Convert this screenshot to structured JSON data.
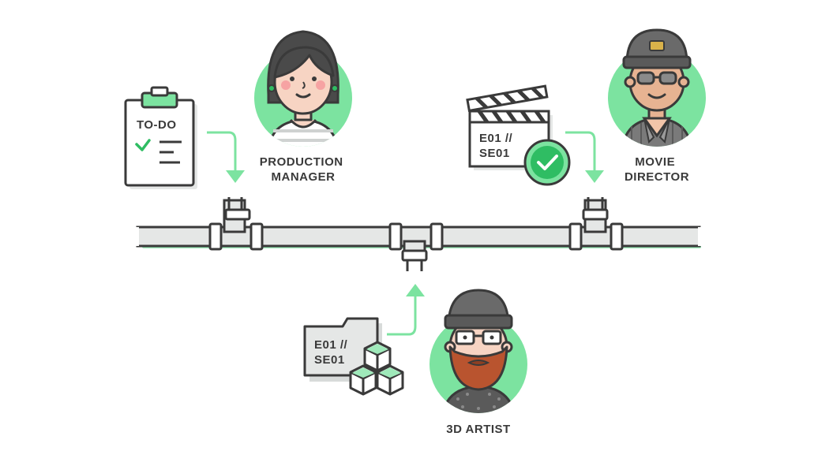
{
  "roles": {
    "production_manager": [
      "PRODUCTION",
      "MANAGER"
    ],
    "movie_director": [
      "MOVIE",
      "DIRECTOR"
    ],
    "artist": [
      "3D ARTIST"
    ]
  },
  "todo": {
    "title": "TO-DO"
  },
  "clapper": {
    "line1": "E01 //",
    "line2": "SE01"
  },
  "folder": {
    "line1": "E01 //",
    "line2": "SE01"
  },
  "colors": {
    "green": "#7ce3a0",
    "green_dark": "#2fbd63",
    "outline": "#3a3a3a",
    "pipe": "#e5e7e6",
    "skin": "#f7d4c3",
    "beard": "#b9542f"
  },
  "icons": [
    "clipboard-icon",
    "checkmark-icon",
    "clapperboard-icon",
    "folder-icon",
    "cubes-icon",
    "arrow-down-icon",
    "arrow-up-icon"
  ]
}
